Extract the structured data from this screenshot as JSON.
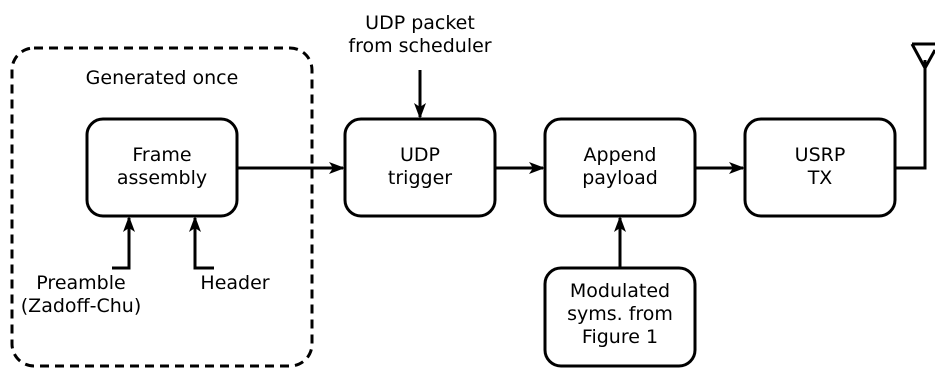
{
  "group": {
    "label": "Generated once"
  },
  "blocks": {
    "frame_assembly": [
      "Frame",
      "assembly"
    ],
    "udp_trigger": [
      "UDP",
      "trigger"
    ],
    "append_payload": [
      "Append",
      "payload"
    ],
    "usrp_tx": [
      "USRP",
      "TX"
    ],
    "modulated_syms": [
      "Modulated",
      "syms. from",
      "Figure 1"
    ]
  },
  "inputs": {
    "udp_packet": [
      "UDP packet",
      "from scheduler"
    ],
    "preamble": [
      "Preamble",
      "(Zadoff-Chu)"
    ],
    "header": "Header"
  },
  "colors": {
    "stroke": "#000000",
    "background": "#ffffff"
  },
  "icons": {
    "antenna": "antenna-icon"
  }
}
